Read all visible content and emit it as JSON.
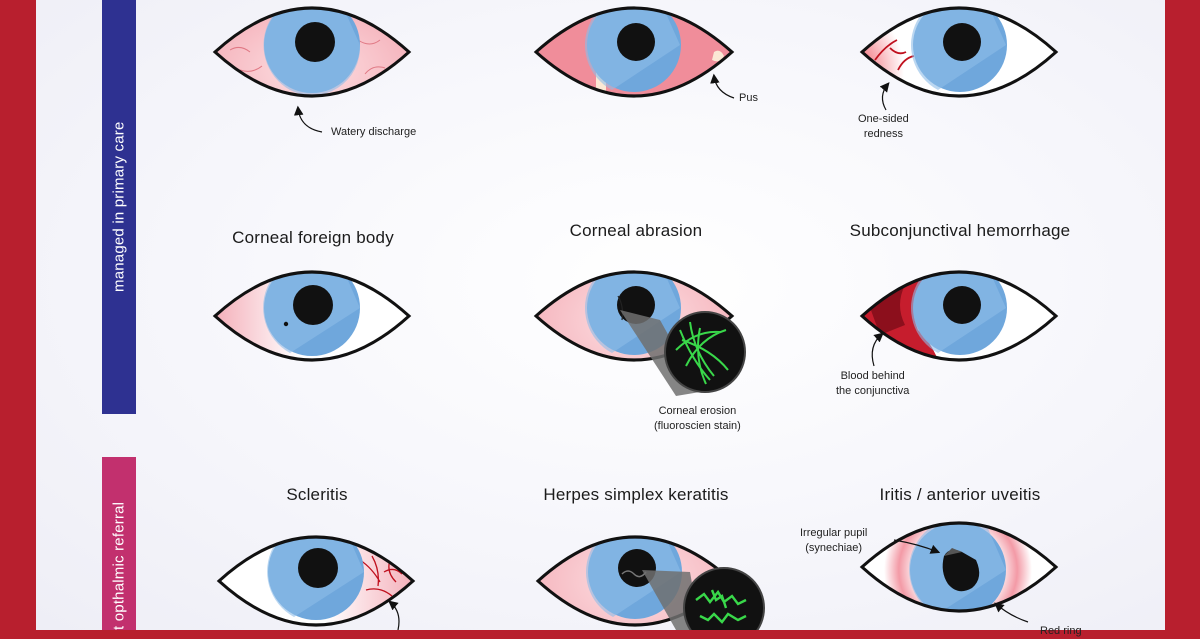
{
  "sidebar": {
    "primary_care_label": "managed in primary care",
    "referral_label": "t opthalmic referral"
  },
  "row2": {
    "corneal_foreign_body": "Corneal foreign body",
    "corneal_abrasion": "Corneal abrasion",
    "subconjunctival_hemorrhage": "Subconjunctival hemorrhage"
  },
  "row3": {
    "scleritis": "Scleritis",
    "herpes_simplex_keratitis": "Herpes simplex keratitis",
    "iritis": "Iritis / anterior uveitis"
  },
  "annotations": {
    "watery_discharge": "Watery discharge",
    "pus": "Pus",
    "one_sided_line1": "One-sided",
    "one_sided_line2": "redness",
    "corneal_erosion_line1": "Corneal erosion",
    "corneal_erosion_line2": "(fluoroscien stain)",
    "blood_line1": "Blood behind",
    "blood_line2": "the conjunctiva",
    "irregular_pupil_line1": "Irregular pupil",
    "irregular_pupil_line2": "(synechiae)",
    "cut_label": "Red ring"
  },
  "colors": {
    "frame_red": "#b81f2e",
    "bar_blue": "#2e3191",
    "bar_pink": "#c2306e",
    "iris_blue": "#6fa7dc",
    "stain_green": "#39d84a"
  }
}
